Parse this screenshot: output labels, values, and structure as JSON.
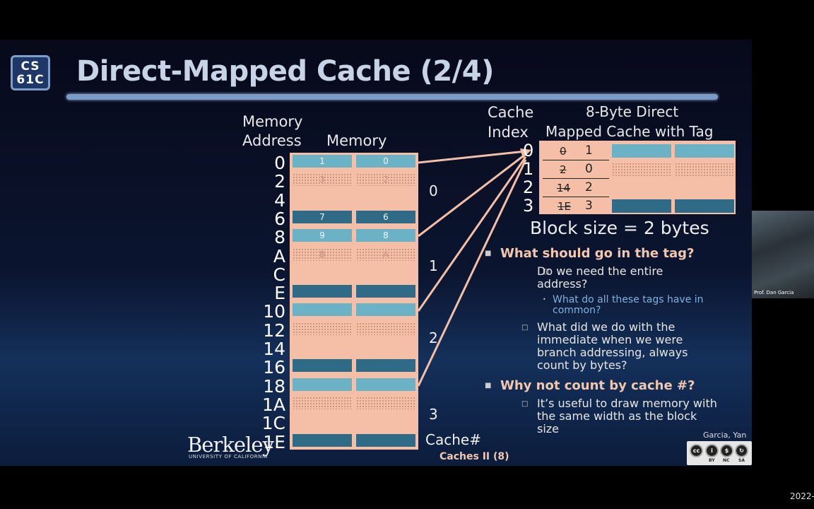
{
  "slide": {
    "logo_line1": "CS",
    "logo_line2": "61C",
    "title": "Direct-Mapped Cache (2/4)"
  },
  "memory": {
    "address_header_line1": "Memory",
    "address_header_line2": "Address",
    "memory_header": "Memory",
    "addresses": [
      "0",
      "2",
      "4",
      "6",
      "8",
      "A",
      "C",
      "E",
      "10",
      "12",
      "14",
      "16",
      "18",
      "1A",
      "1C",
      "1E"
    ],
    "cells": [
      {
        "left": "1",
        "right": "0"
      },
      {
        "left": "3",
        "right": "2"
      },
      {
        "left": "",
        "right": ""
      },
      {
        "left": "7",
        "right": "6"
      },
      {
        "left": "9",
        "right": "8"
      },
      {
        "left": "B",
        "right": "A"
      },
      {
        "left": "",
        "right": ""
      },
      {
        "left": "",
        "right": ""
      },
      {
        "left": "",
        "right": ""
      },
      {
        "left": "",
        "right": ""
      },
      {
        "left": "",
        "right": ""
      },
      {
        "left": "",
        "right": ""
      },
      {
        "left": "",
        "right": ""
      },
      {
        "left": "",
        "right": ""
      },
      {
        "left": "",
        "right": ""
      },
      {
        "left": "",
        "right": ""
      }
    ],
    "cache_numbers": [
      "0",
      "1",
      "2",
      "3"
    ],
    "cache_number_label": "Cache#"
  },
  "cache": {
    "index_header_line1": "Cache",
    "index_header_line2": "Index",
    "table_header_line1": "8-Byte Direct",
    "table_header_line2": "Mapped Cache with Tag",
    "rows": [
      {
        "index": "0",
        "old_tag": "0",
        "tag": "1"
      },
      {
        "index": "1",
        "old_tag": "2",
        "tag": "0"
      },
      {
        "index": "2",
        "old_tag": "14",
        "tag": "2"
      },
      {
        "index": "3",
        "old_tag": "1E",
        "tag": "3"
      }
    ],
    "block_size": "Block size = 2 bytes"
  },
  "bullets": {
    "q1": "What should go in the tag?",
    "q1_sub1_line1": "Do we need the entire",
    "q1_sub1_line2": "address?",
    "q1_sub1_tert_line1": "What do all these tags have in",
    "q1_sub1_tert_line2": "common?",
    "q1_sub2_line1": "What did we do with the",
    "q1_sub2_line2": "immediate when we were",
    "q1_sub2_line3": "branch addressing, always",
    "q1_sub2_line4": "count by bytes?",
    "q2": "Why not count by cache #?",
    "q2_sub1_line1": "It’s useful to draw memory with",
    "q2_sub1_line2": "the same width as the block",
    "q2_sub1_line3": "size"
  },
  "footer": {
    "berkeley": "Berkeley",
    "berkeley_sub": "UNIVERSITY OF CALIFORNIA",
    "deck": "Caches II (8)",
    "credit": "Garcia, Yan",
    "cc_by": "BY",
    "cc_nc": "NC",
    "cc_sa": "SA"
  },
  "webcam_label": "Prof. Dan Garcia",
  "timestamp": "2022-"
}
